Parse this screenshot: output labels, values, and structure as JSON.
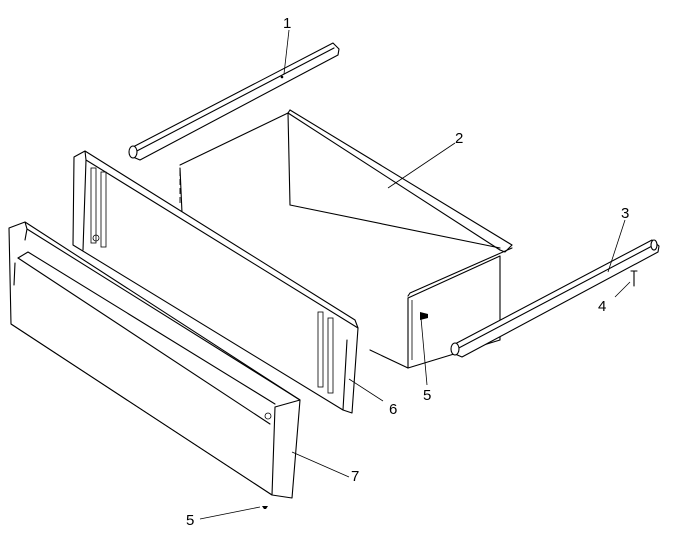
{
  "diagram": {
    "callouts": [
      {
        "id": "1",
        "label": "1"
      },
      {
        "id": "2",
        "label": "2"
      },
      {
        "id": "3",
        "label": "3"
      },
      {
        "id": "4",
        "label": "4"
      },
      {
        "id": "5a",
        "label": "5"
      },
      {
        "id": "5b",
        "label": "5"
      },
      {
        "id": "6",
        "label": "6"
      },
      {
        "id": "7",
        "label": "7"
      }
    ],
    "colors": {
      "line": "#000000",
      "background": "#ffffff"
    }
  }
}
